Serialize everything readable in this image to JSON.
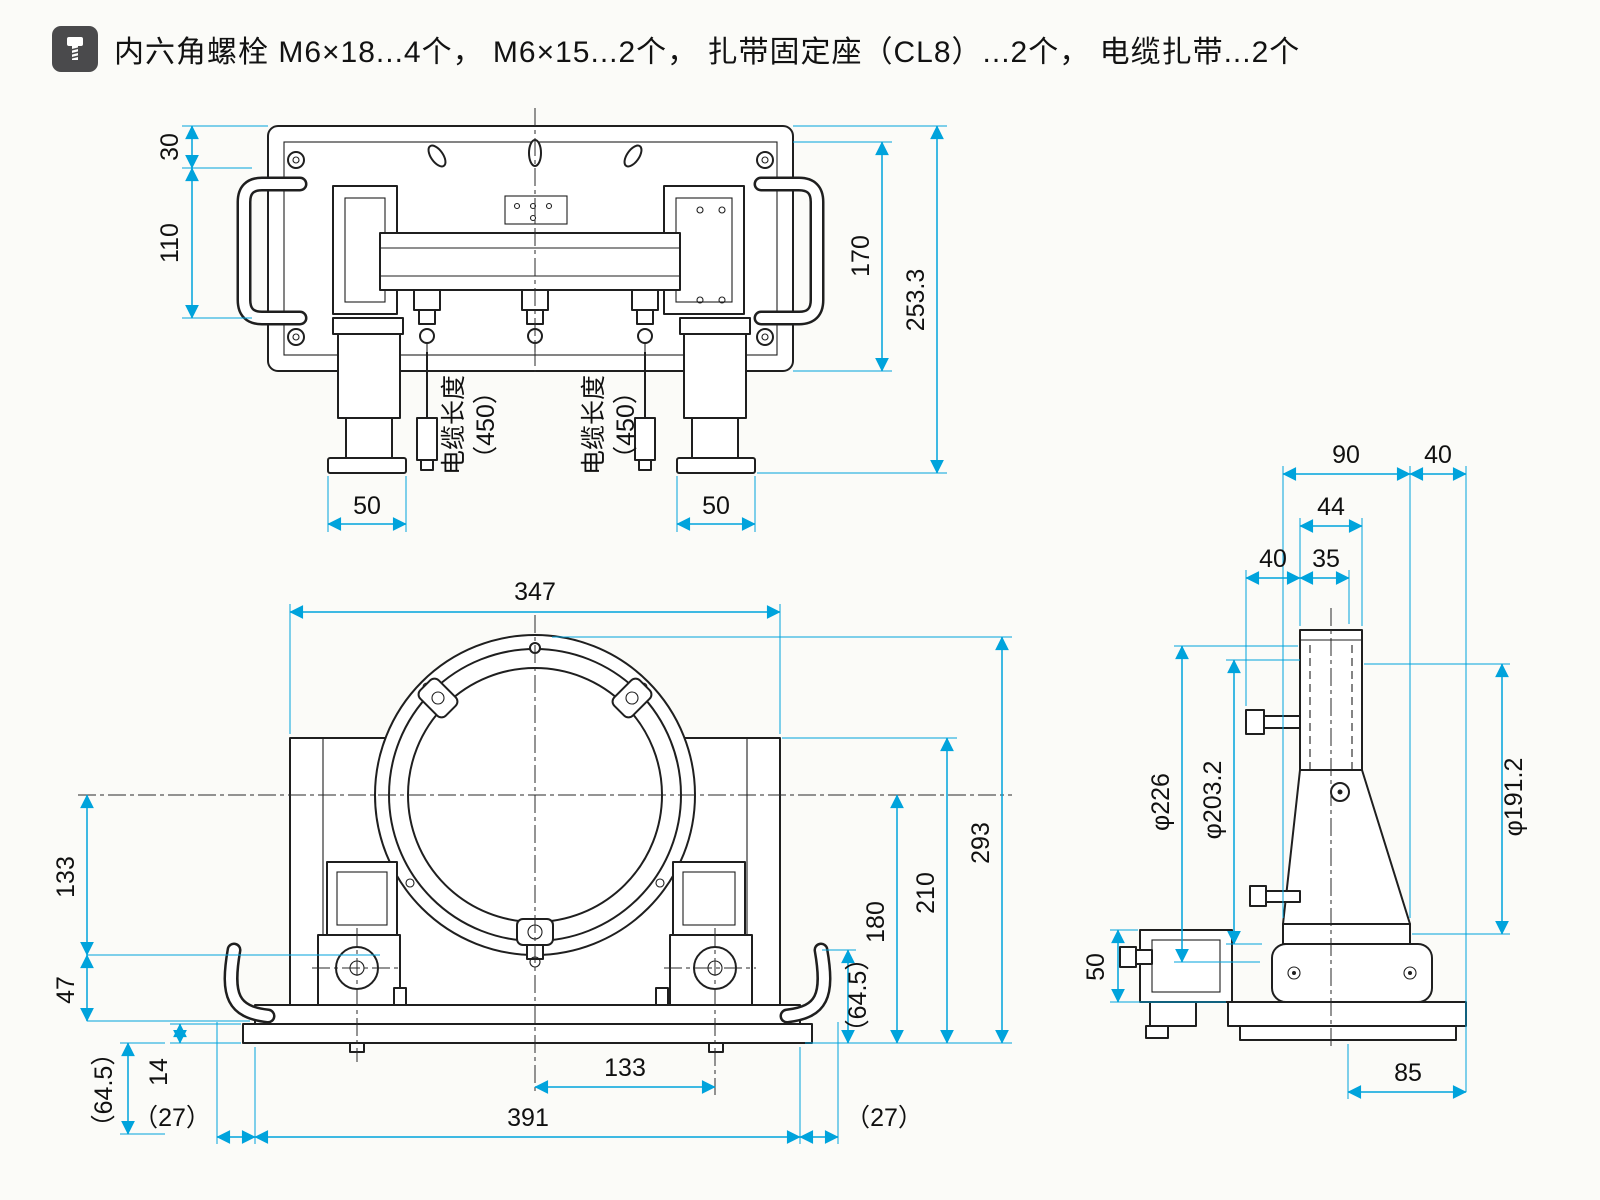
{
  "header": {
    "note": "内六角螺栓 M6×18...4个， M6×15...2个， 扎带固定座（CL8）...2个， 电缆扎带...2个"
  },
  "colors": {
    "background": "#fbfbf8",
    "part_line": "#1f1f1f",
    "dimension_line": "#00a3dc",
    "label_text": "#101010",
    "icon_background": "#4a4a4c"
  },
  "dims": {
    "top": {
      "d30": "30",
      "d110": "110",
      "d170": "170",
      "d2533": "253.3",
      "d50l": "50",
      "d50r": "50",
      "cable1a": "电缆长度",
      "cable1b": "（450）",
      "cable2a": "电缆长度",
      "cable2b": "（450）"
    },
    "front": {
      "d347": "347",
      "d133l": "133",
      "d47": "47",
      "d14": "14",
      "d645l": "（64.5）",
      "d27l": "（27）",
      "d391": "391",
      "d133b": "133",
      "d27r": "（27）",
      "d645r": "（64.5）",
      "d180": "180",
      "d210": "210",
      "d293": "293"
    },
    "side": {
      "d90": "90",
      "d40r": "40",
      "d44": "44",
      "d40l": "40",
      "d35": "35",
      "d226": "φ226",
      "d2032": "φ203.2",
      "d1912": "φ191.2",
      "d50": "50",
      "d85": "85"
    }
  }
}
